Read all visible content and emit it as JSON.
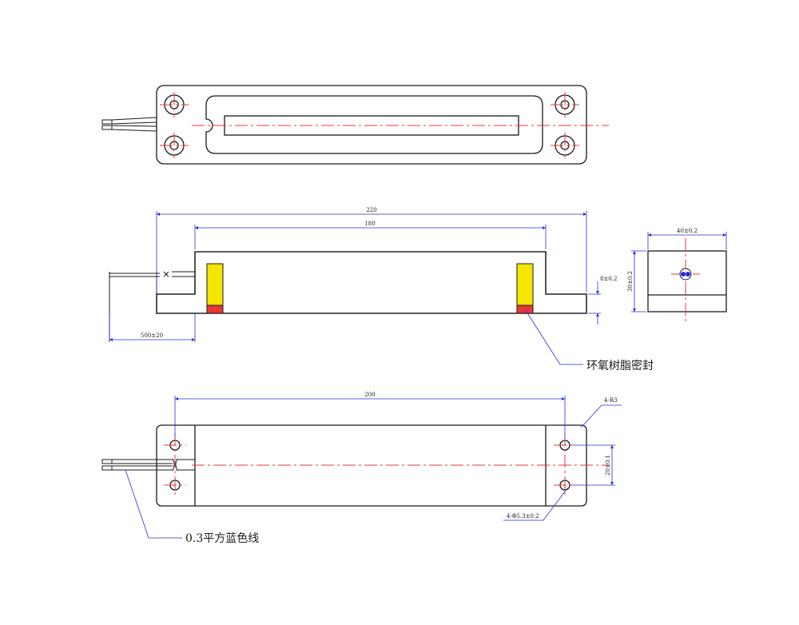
{
  "dimensions": {
    "overall_length": "220",
    "inner_length": "180",
    "lead_length": "500±20",
    "base_height": "8±0.2",
    "width": "40±0.2",
    "height": "30±0.2",
    "hole_pitch_length": "200",
    "hole_pitch_width": "20±0.1",
    "hole_count_label": "4-R3",
    "hole_diameter": "4-Φ5.3±0.2"
  },
  "callouts": {
    "epoxy_seal": "环氧树脂密封",
    "wire": "0.3平方蓝色线"
  },
  "colors": {
    "centerline": "#e53935",
    "dimension": "#2b2bd9",
    "hatch": "#4fd1d9",
    "seal_yellow": "#f5e600",
    "seal_red": "#e53935"
  }
}
